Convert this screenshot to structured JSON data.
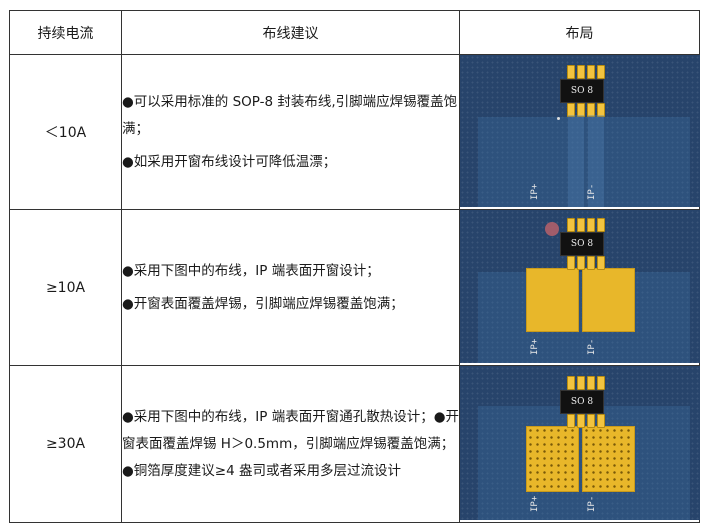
{
  "header": {
    "col1": "持续电流",
    "col2": "布线建议",
    "col3": "布局"
  },
  "rows": [
    {
      "current": "＜10A",
      "advice": [
        "●可以采用标准的 SOP-8 封装布线,引脚端应焊锡覆盖饱满；",
        "●如采用开窗布线设计可降低温漂；"
      ],
      "chip_label": "SO 8",
      "pin_left": "IP+",
      "pin_right": "IP-"
    },
    {
      "current": "≥10A",
      "advice": [
        "●采用下图中的布线，IP 端表面开窗设计；",
        "●开窗表面覆盖焊锡，引脚端应焊锡覆盖饱满；"
      ],
      "chip_label": "SO 8",
      "pin_left": "IP+",
      "pin_right": "IP-"
    },
    {
      "current": "≥30A",
      "advice": [
        "●采用下图中的布线，IP 端表面开窗通孔散热设计；●开窗表面覆盖焊锡 H＞0.5mm，引脚端应焊锡覆盖饱满；●铜箔厚度建议≥4 盎司或者采用多层过流设计"
      ],
      "chip_label": "SO 8",
      "pin_left": "IP+",
      "pin_right": "IP-"
    }
  ]
}
